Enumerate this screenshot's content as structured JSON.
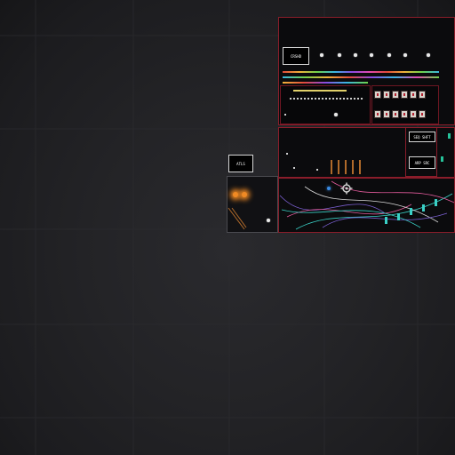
{
  "scene": {
    "background": "#232326",
    "wire_colors": [
      "#7a5fd0",
      "#3ad0c6",
      "#e05a9a",
      "#d8d8d8"
    ],
    "accent_red": "#8a1d2a",
    "accent_teal": "#26c39a",
    "accent_orange": "#f08a24"
  },
  "labels": {
    "top_module": "CRSHD",
    "side_module": "ATLS",
    "right_module_a": "SEQ SHFT",
    "right_module_b": "ARP SRC"
  },
  "icons": {
    "light": "glow-light-icon",
    "gear": "gear-icon"
  }
}
